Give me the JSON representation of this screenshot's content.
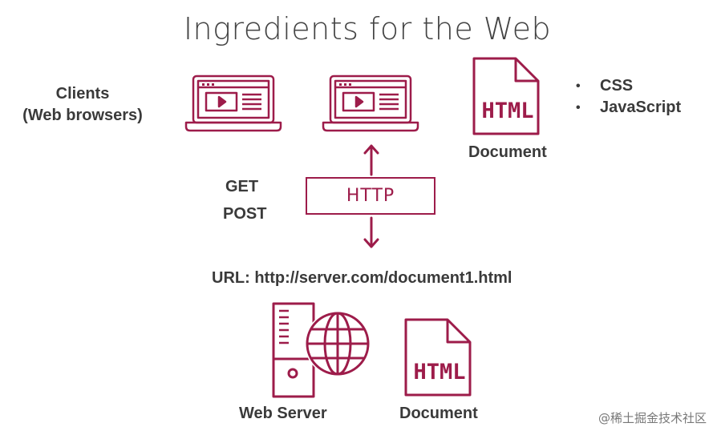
{
  "title": "Ingredients for the Web",
  "clients": {
    "line1": "Clients",
    "line2": "(Web browsers)"
  },
  "document_icon": {
    "text": "HTML",
    "label": "Document"
  },
  "bullets": [
    "CSS",
    "JavaScript"
  ],
  "http": {
    "label": "HTTP",
    "methods": [
      "GET",
      "POST"
    ]
  },
  "url": "URL: http://server.com/document1.html",
  "server": {
    "label": "Web Server"
  },
  "server_document": {
    "text": "HTML",
    "label": "Document"
  },
  "watermark": "@稀土掘金技术社区",
  "colors": {
    "accent": "#9d1c4a",
    "text": "#3a3a3a"
  },
  "icons": [
    "laptop-icon",
    "laptop-icon",
    "html-document-icon",
    "arrow-up-icon",
    "arrow-down-icon",
    "server-icon",
    "globe-icon",
    "html-document-icon"
  ]
}
